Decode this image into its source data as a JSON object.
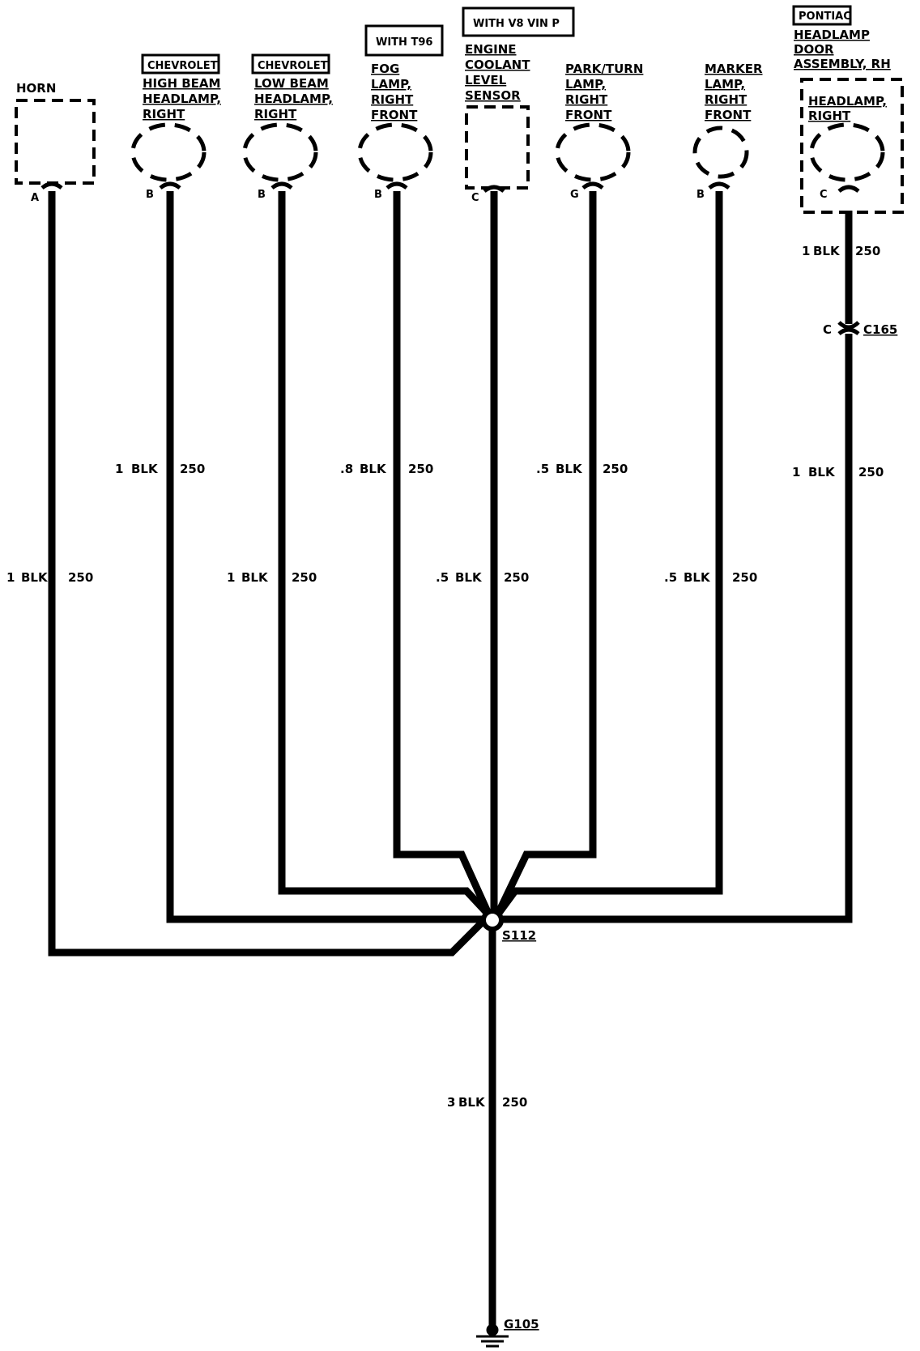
{
  "components": {
    "horn": {
      "name": [
        "HORN"
      ],
      "pin": "A"
    },
    "high_beam": {
      "option": "CHEVROLET",
      "name": [
        "HIGH BEAM",
        "HEADLAMP,",
        "RIGHT"
      ],
      "pin": "B"
    },
    "low_beam": {
      "option": "CHEVROLET",
      "name": [
        "LOW BEAM",
        "HEADLAMP,",
        "RIGHT"
      ],
      "pin": "B"
    },
    "fog": {
      "option": "WITH T96",
      "name": [
        "FOG",
        "LAMP,",
        "RIGHT",
        "FRONT"
      ],
      "pin": "B"
    },
    "coolant": {
      "option": "WITH V8  VIN P",
      "name": [
        "ENGINE",
        "COOLANT",
        "LEVEL",
        "SENSOR"
      ],
      "pin": "C"
    },
    "park_turn": {
      "name": [
        "PARK/TURN",
        "LAMP,",
        "RIGHT",
        "FRONT"
      ],
      "pin": "G"
    },
    "marker": {
      "name": [
        "MARKER",
        "LAMP,",
        "RIGHT",
        "FRONT"
      ],
      "pin": "B"
    },
    "pontiac": {
      "option": "PONTIAC",
      "assembly": [
        "HEADLAMP",
        "DOOR",
        "ASSEMBLY, RH"
      ],
      "name": [
        "HEADLAMP,",
        "RIGHT"
      ],
      "pin": "C"
    }
  },
  "wires": {
    "horn": {
      "size": "1",
      "color": "BLK",
      "circuit": "250"
    },
    "high_beam": {
      "size": "1",
      "color": "BLK",
      "circuit": "250"
    },
    "low_beam": {
      "size": "1",
      "color": "BLK",
      "circuit": "250"
    },
    "fog": {
      "size": ".8",
      "color": "BLK",
      "circuit": "250"
    },
    "coolant": {
      "size": ".5",
      "color": "BLK",
      "circuit": "250"
    },
    "park_turn": {
      "size": ".5",
      "color": "BLK",
      "circuit": "250"
    },
    "marker": {
      "size": ".5",
      "color": "BLK",
      "circuit": "250"
    },
    "pontiac_upper": {
      "size": "1",
      "color": "BLK",
      "circuit": "250"
    },
    "pontiac_lower": {
      "size": "1",
      "color": "BLK",
      "circuit": "250"
    },
    "ground": {
      "size": "3",
      "color": "BLK",
      "circuit": "250"
    }
  },
  "connector": {
    "pin": "C",
    "name": "C165"
  },
  "splice": "S112",
  "ground": "G105"
}
